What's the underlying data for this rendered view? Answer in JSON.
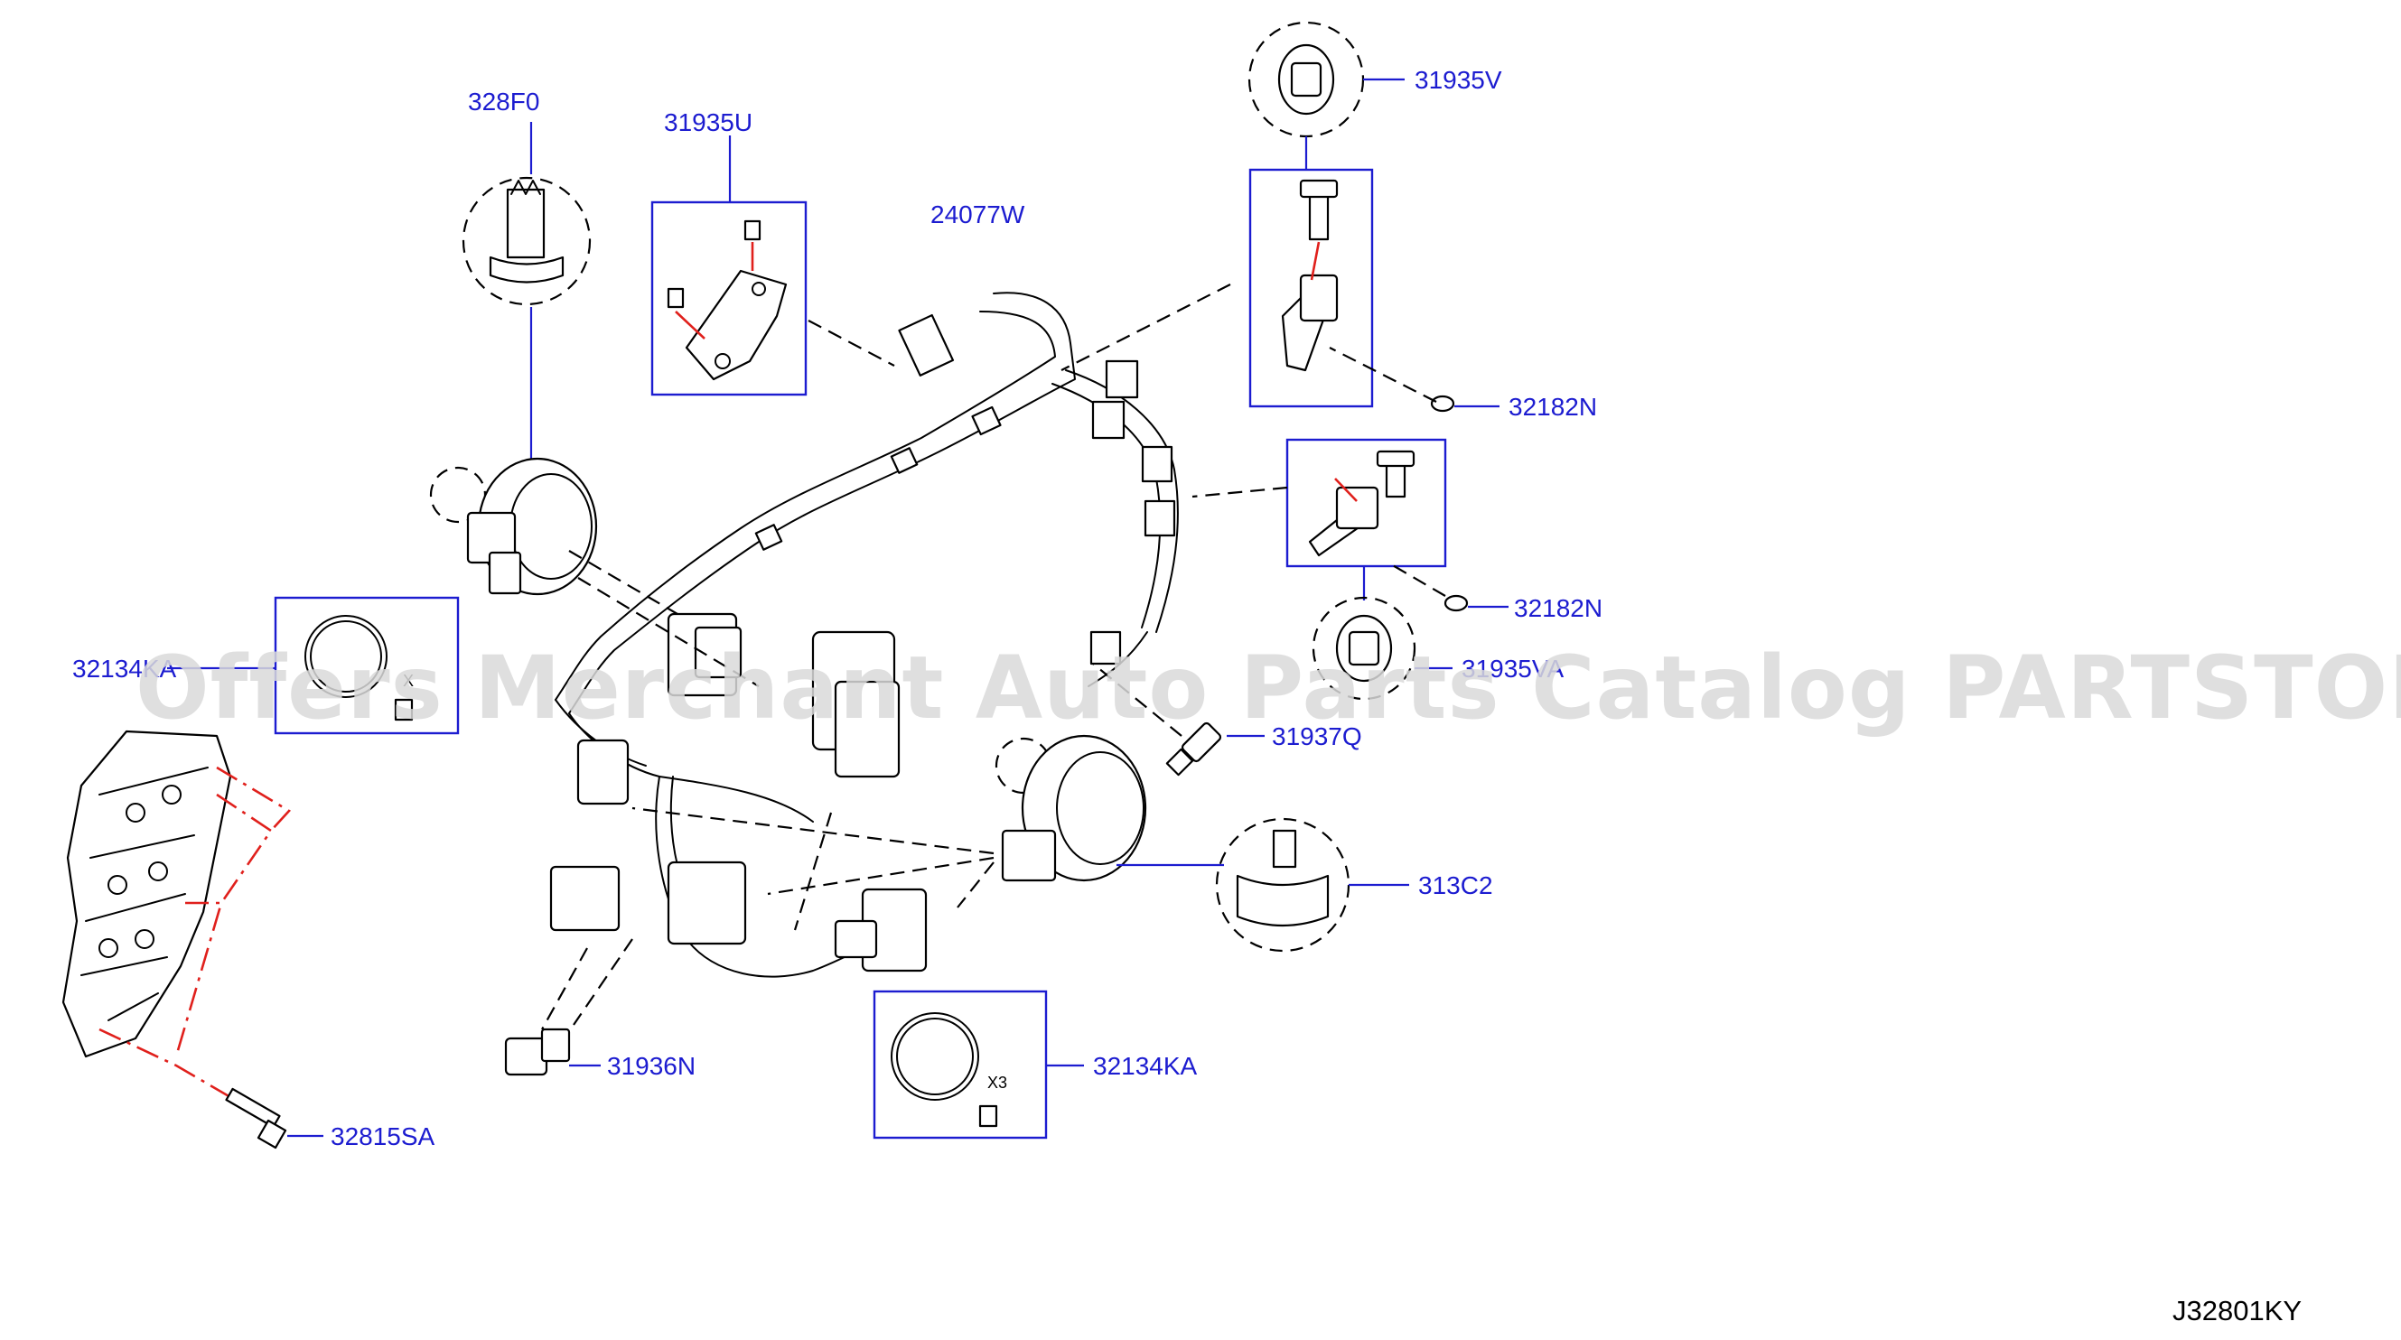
{
  "diagram_code": "J32801KY",
  "watermark": "Offers Merchant Auto Parts Catalog PARTSTORE.SA",
  "callouts": [
    {
      "id": "328F0",
      "label": "328F0"
    },
    {
      "id": "31935U",
      "label": "31935U"
    },
    {
      "id": "24077W",
      "label": "24077W"
    },
    {
      "id": "31935V",
      "label": "31935V"
    },
    {
      "id": "32182N_top",
      "label": "32182N"
    },
    {
      "id": "32182N_mid",
      "label": "32182N"
    },
    {
      "id": "31935VA",
      "label": "31935VA"
    },
    {
      "id": "31937Q",
      "label": "31937Q"
    },
    {
      "id": "313C2",
      "label": "313C2"
    },
    {
      "id": "32134KA_left",
      "label": "32134KA"
    },
    {
      "id": "32134KA_bottom",
      "label": "32134KA"
    },
    {
      "id": "31936N",
      "label": "31936N"
    },
    {
      "id": "32815SA",
      "label": "32815SA"
    }
  ],
  "quantities": {
    "kit_left": "X",
    "kit_bottom": "X3"
  },
  "colors": {
    "callout": "#1c1cd0",
    "assembly_line": "#e0201c",
    "ink": "#000000"
  }
}
